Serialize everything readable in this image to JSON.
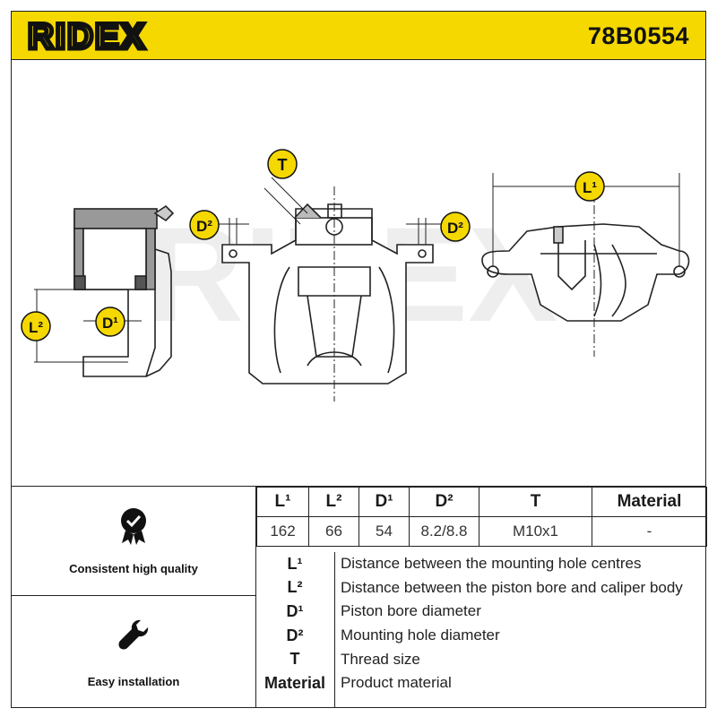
{
  "header": {
    "brand": "RIDEX",
    "part_number": "78B0554",
    "accent_color": "#f5d800"
  },
  "drawing": {
    "watermark": "RIDEX",
    "labels": {
      "t": "T",
      "d2_left": "D²",
      "d2_right": "D²",
      "l1": "L¹",
      "l2": "L²",
      "d1": "D¹"
    }
  },
  "features": [
    {
      "icon": "quality-badge-icon",
      "label": "Consistent high quality"
    },
    {
      "icon": "wrench-icon",
      "label": "Easy installation"
    }
  ],
  "spec_table": {
    "headers": [
      "L¹",
      "L²",
      "D¹",
      "D²",
      "T",
      "Material"
    ],
    "values": [
      "162",
      "66",
      "54",
      "8.2/8.8",
      "M10x1",
      "-"
    ]
  },
  "legend": [
    {
      "key": "L¹",
      "desc": "Distance between the mounting hole centres"
    },
    {
      "key": "L²",
      "desc": "Distance between the piston bore and caliper body"
    },
    {
      "key": "D¹",
      "desc": "Piston bore diameter"
    },
    {
      "key": "D²",
      "desc": "Mounting hole diameter"
    },
    {
      "key": "T",
      "desc": "Thread size"
    },
    {
      "key": "Material",
      "desc": "Product material"
    }
  ]
}
